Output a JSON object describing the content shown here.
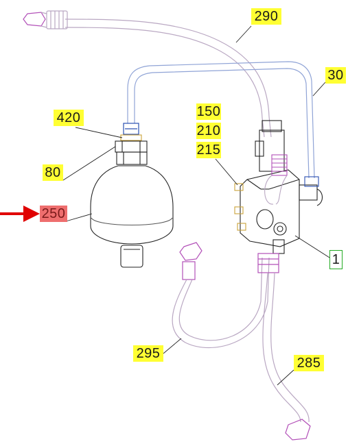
{
  "callouts": {
    "c290": "290",
    "c30": "30",
    "c420": "420",
    "c150": "150",
    "c210": "210",
    "c215": "215",
    "c80": "80",
    "c250": "250",
    "c1": "1",
    "c295": "295",
    "c285": "285"
  },
  "colors": {
    "highlight_yellow": "#ffff33",
    "highlight_red": "#ee6e6e",
    "arrow_red": "#e00000",
    "hose_outline": "#b9a7c2",
    "pipe_blue": "#8fa3d6",
    "part_outline": "#222222",
    "label_box_green": "#22aa22"
  }
}
